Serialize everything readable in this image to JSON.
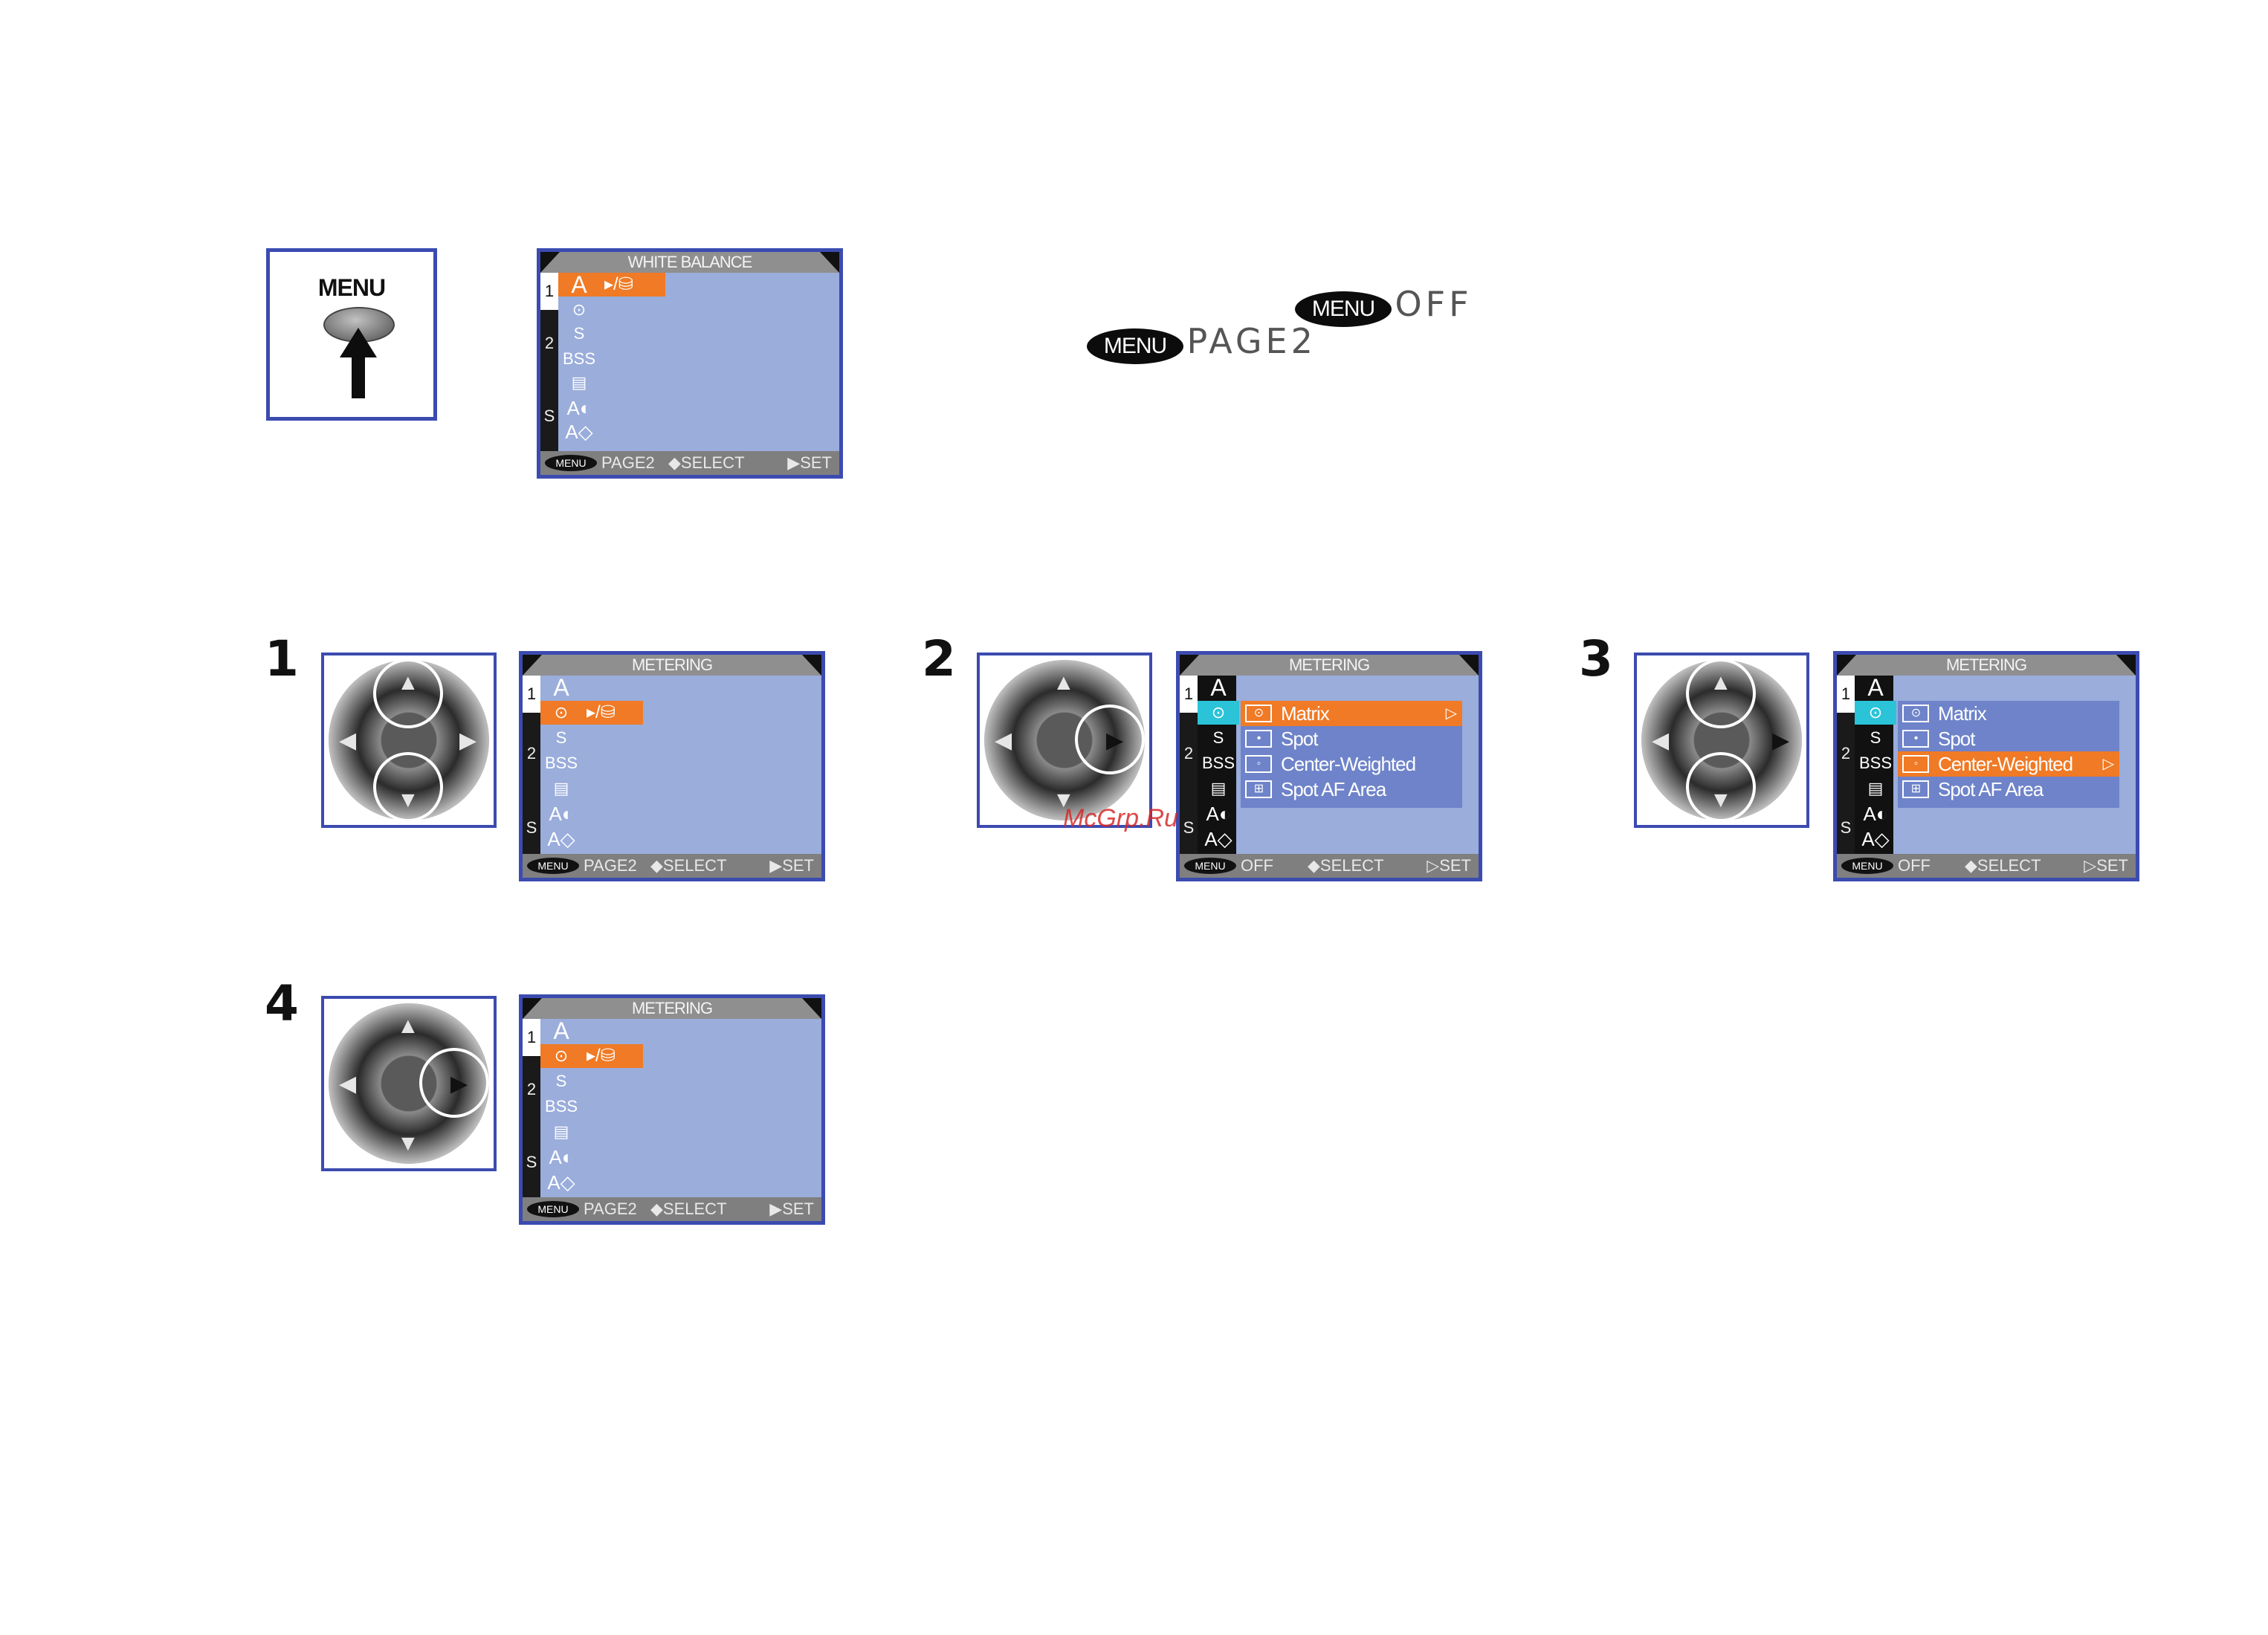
{
  "menu_button": {
    "label": "MENU"
  },
  "badges": {
    "off": {
      "key": "MENU",
      "text": "OFF"
    },
    "page2": {
      "key": "MENU",
      "text": "PAGE2"
    }
  },
  "steps": [
    "1",
    "2",
    "3",
    "4"
  ],
  "screens": {
    "white_balance": {
      "title": "WHITE BALANCE",
      "footer": [
        "MENU",
        "PAGE2",
        "◆SELECT",
        "▶SET"
      ],
      "pages": [
        "1",
        "2",
        "S"
      ]
    },
    "metering": {
      "title": "METERING",
      "footer_page2": [
        "MENU",
        "PAGE2",
        "◆SELECT",
        "▶SET"
      ],
      "footer_off": [
        "MENU",
        "OFF",
        "◆SELECT",
        "▷SET"
      ],
      "pages": [
        "1",
        "2",
        "S"
      ]
    }
  },
  "metering_options": [
    "Matrix",
    "Spot",
    "Center-Weighted",
    "Spot AF Area"
  ],
  "icon_rows": [
    "A",
    "⊙",
    "S",
    "BSS",
    "▤",
    "A◐",
    "A◇"
  ],
  "watermark": "McGrp.Ru"
}
